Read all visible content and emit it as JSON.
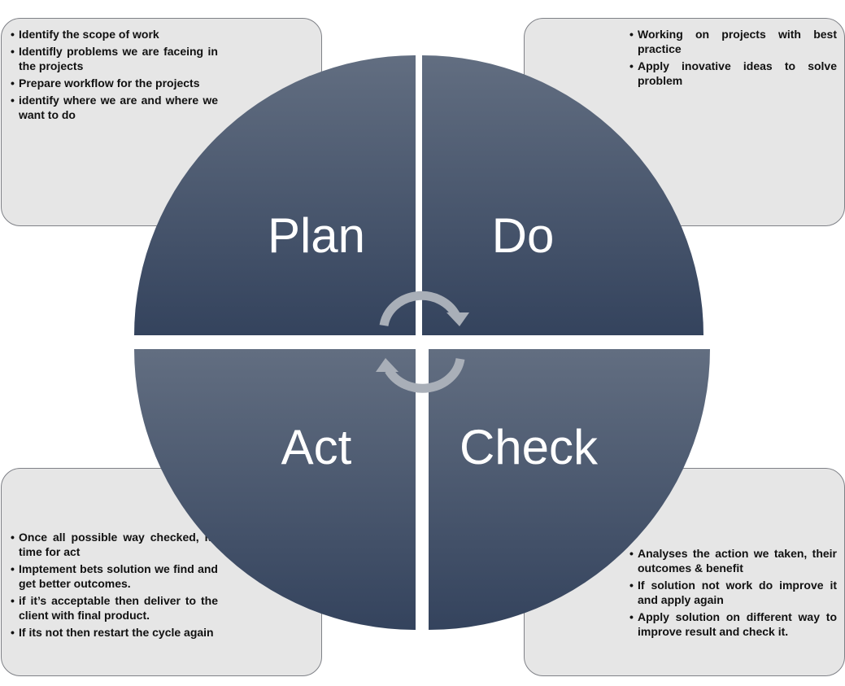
{
  "quadrants": {
    "plan": {
      "label": "Plan",
      "points": [
        "Identify the scope of work",
        "Identifly problems we are faceing in the projects",
        "Prepare workflow for the projects",
        "identify where we are and where we want to do"
      ]
    },
    "do": {
      "label": "Do",
      "points": [
        "Working on projects with best practice",
        "Apply inovative ideas to solve problem"
      ]
    },
    "check": {
      "label": "Check",
      "points": [
        "Analyses the action we taken, their outcomes & benefit",
        "If solution not work do improve it and apply again",
        "Apply solution on different way to improve result and check it."
      ]
    },
    "act": {
      "label": "Act",
      "points": [
        "Once all possible way checked, its time for act",
        "Imptement bets solution we find and get better outcomes.",
        "if it’s acceptable then deliver to the client with final product.",
        "If its not then restart the cycle again"
      ]
    }
  },
  "colors": {
    "quadrant_top": "#626e81",
    "quadrant_bottom": "#34435d",
    "note_fill": "#e6e6e6",
    "note_border": "#7f8187",
    "arrow": "#a9afb8"
  },
  "icons": [
    "cycle-arrow-top-icon",
    "cycle-arrow-bottom-icon"
  ]
}
